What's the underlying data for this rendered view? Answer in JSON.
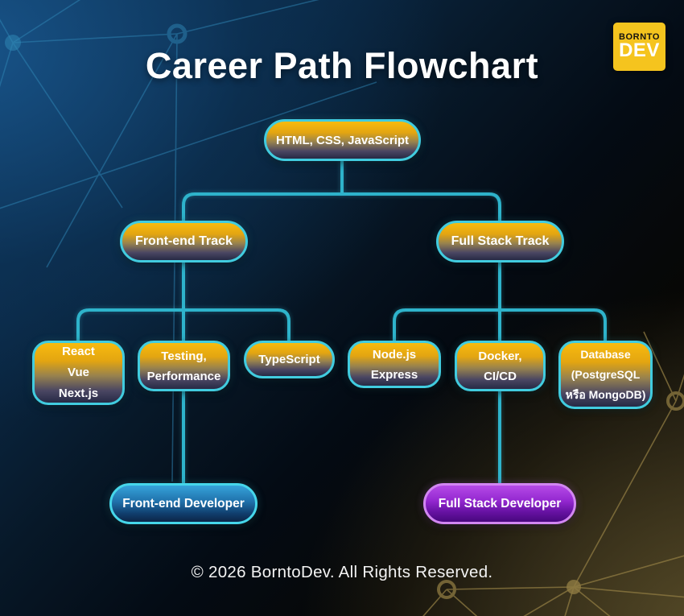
{
  "page": {
    "title": "Career Path Flowchart",
    "footer": "© 2026 BorntoDev. All Rights Reserved."
  },
  "logo": {
    "line1": "BORNTO",
    "line2": "DEV"
  },
  "nodes": {
    "root": {
      "lines": [
        "HTML, CSS, JavaScript"
      ]
    },
    "frontend_track": {
      "lines": [
        "Front-end Track"
      ]
    },
    "fullstack_track": {
      "lines": [
        "Full Stack Track"
      ]
    },
    "react_vue_next": {
      "lines": [
        "React",
        "Vue",
        "Next.js"
      ]
    },
    "testing_performance": {
      "lines": [
        "Testing,",
        "Performance"
      ]
    },
    "typescript": {
      "lines": [
        "TypeScript"
      ]
    },
    "nodejs_express": {
      "lines": [
        "Node.js",
        "Express"
      ]
    },
    "docker_cicd": {
      "lines": [
        "Docker,",
        "CI/CD"
      ]
    },
    "database": {
      "lines": [
        "Database",
        "(PostgreSQL",
        "หรือ MongoDB)"
      ]
    },
    "frontend_developer": {
      "lines": [
        "Front-end Developer"
      ]
    },
    "fullstack_developer": {
      "lines": [
        "Full Stack Developer"
      ]
    }
  },
  "colors": {
    "background_navy": "#0f3c64",
    "background_olive": "#3a3320",
    "connector_cyan": "#2eb3cb",
    "node_border_cyan": "#41ccdf",
    "node_gold_top": "#f8bb0e",
    "node_dark_bottom": "#262a45",
    "dev_blue_top": "#36a3da",
    "dev_purple_top": "#b54ae7",
    "dev_purple_border": "#d286f2",
    "logo_yellow": "#f5c41e",
    "title_white": "#ffffff"
  }
}
